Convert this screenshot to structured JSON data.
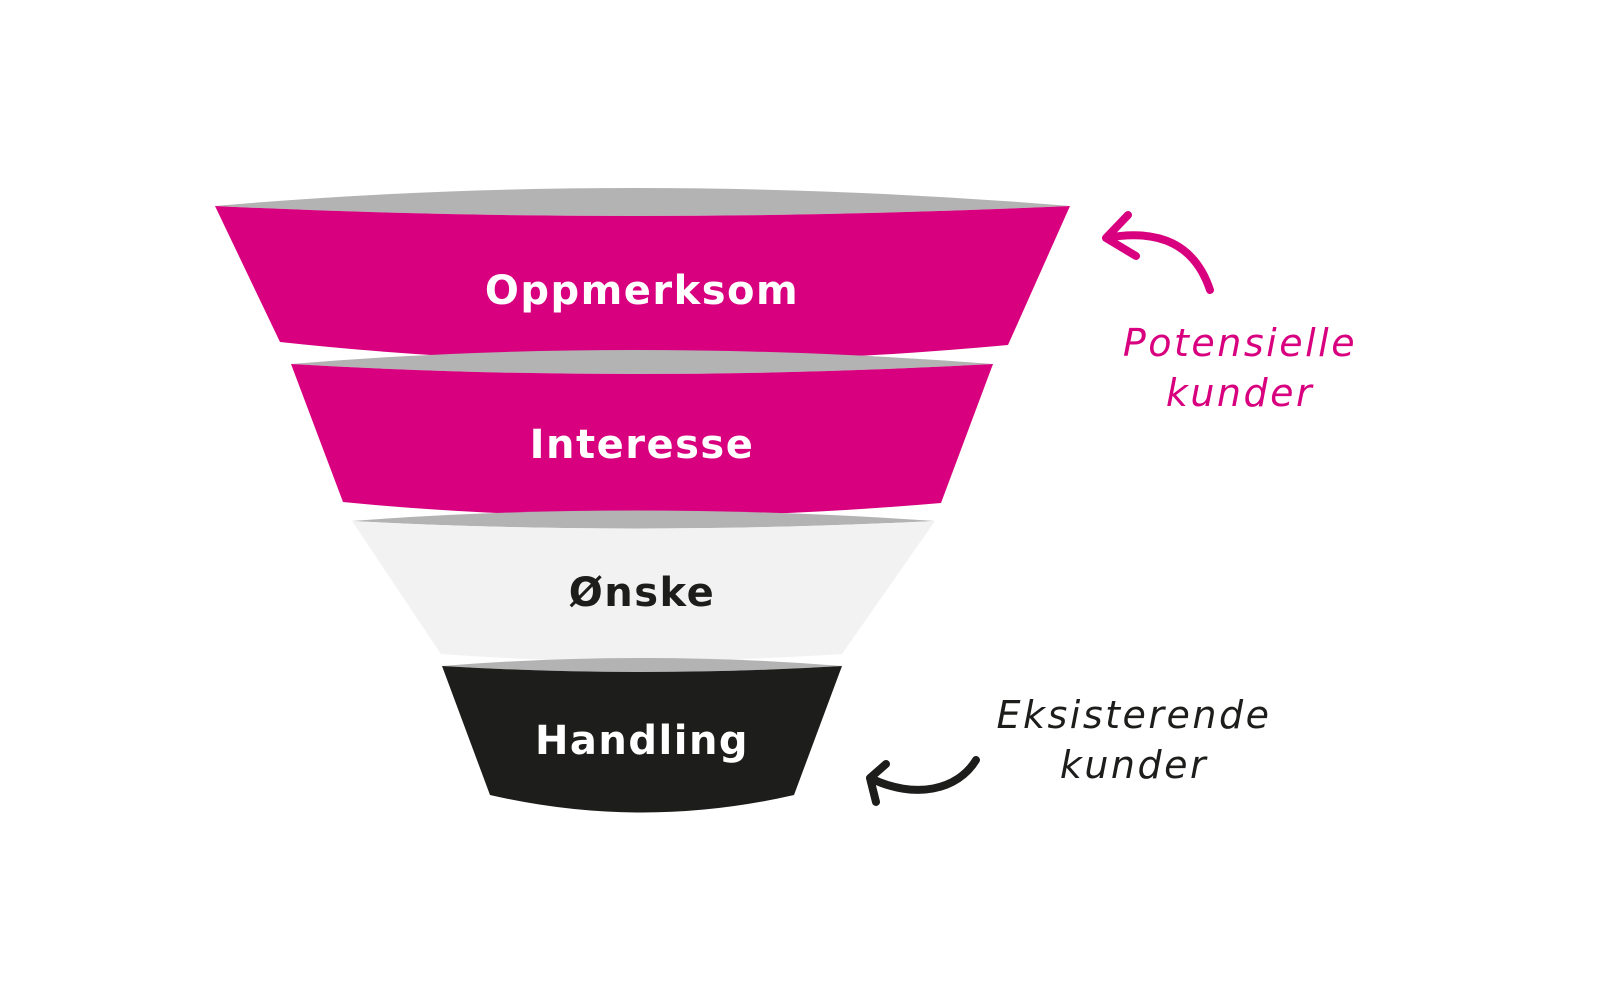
{
  "funnel": {
    "stages": [
      {
        "label": "Oppmerksom",
        "fill": "#d8007f",
        "rim": "#b3b3b3",
        "text_color": "#ffffff"
      },
      {
        "label": "Interesse",
        "fill": "#d8007f",
        "rim": "#b3b3b3",
        "text_color": "#ffffff"
      },
      {
        "label": "Ønske",
        "fill": "#f2f2f2",
        "rim": "#b3b3b3",
        "text_color": "#1d1d1b"
      },
      {
        "label": "Handling",
        "fill": "#1d1d1b",
        "rim": "#b3b3b3",
        "text_color": "#ffffff"
      }
    ]
  },
  "annotations": {
    "potential": {
      "line1": "Potensielle",
      "line2": "kunder",
      "color": "#d8007f",
      "arrow_icon": "curved-arrow-left-icon"
    },
    "existing": {
      "line1": "Eksisterende",
      "line2": "kunder",
      "color": "#1d1d1b",
      "arrow_icon": "curved-arrow-left-icon"
    }
  }
}
